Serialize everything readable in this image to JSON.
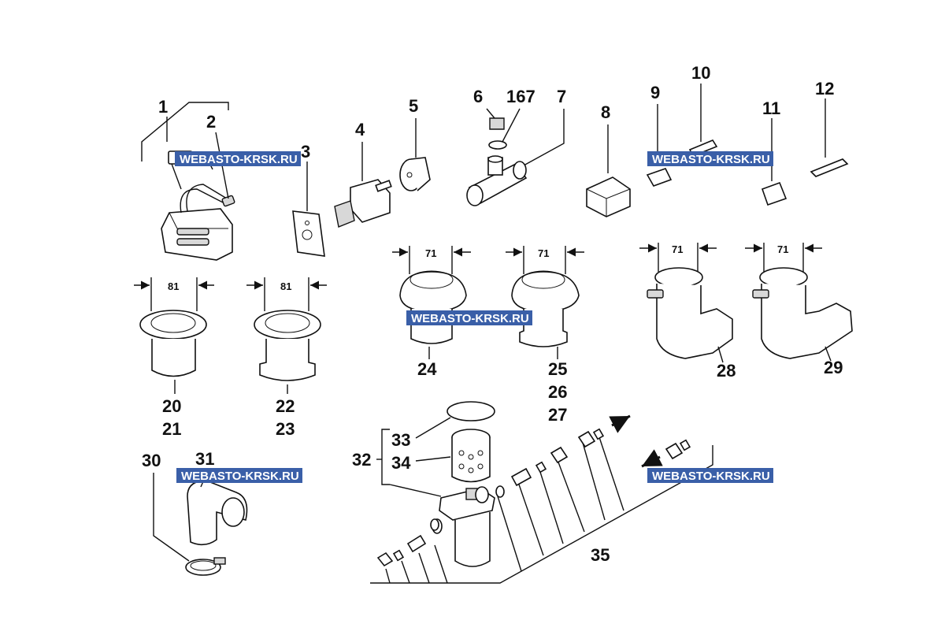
{
  "watermark": {
    "text": "WEBASTO-KRSK.RU",
    "bg_color": "#3a5fa8"
  },
  "callouts": {
    "c1": "1",
    "c2": "2",
    "c3": "3",
    "c4": "4",
    "c5": "5",
    "c6": "6",
    "c167": "167",
    "c7": "7",
    "c8": "8",
    "c9": "9",
    "c10": "10",
    "c11": "11",
    "c12": "12",
    "c20": "20",
    "c21": "21",
    "c22": "22",
    "c23": "23",
    "c24": "24",
    "c25": "25",
    "c26": "26",
    "c27": "27",
    "c28": "28",
    "c29": "29",
    "c30": "30",
    "c31": "31",
    "c32": "32",
    "c33": "33",
    "c34": "34",
    "c35": "35"
  },
  "dimensions": {
    "d20": "81",
    "d22": "81",
    "d24": "71",
    "d25": "71",
    "d28": "71",
    "d29": "71"
  }
}
